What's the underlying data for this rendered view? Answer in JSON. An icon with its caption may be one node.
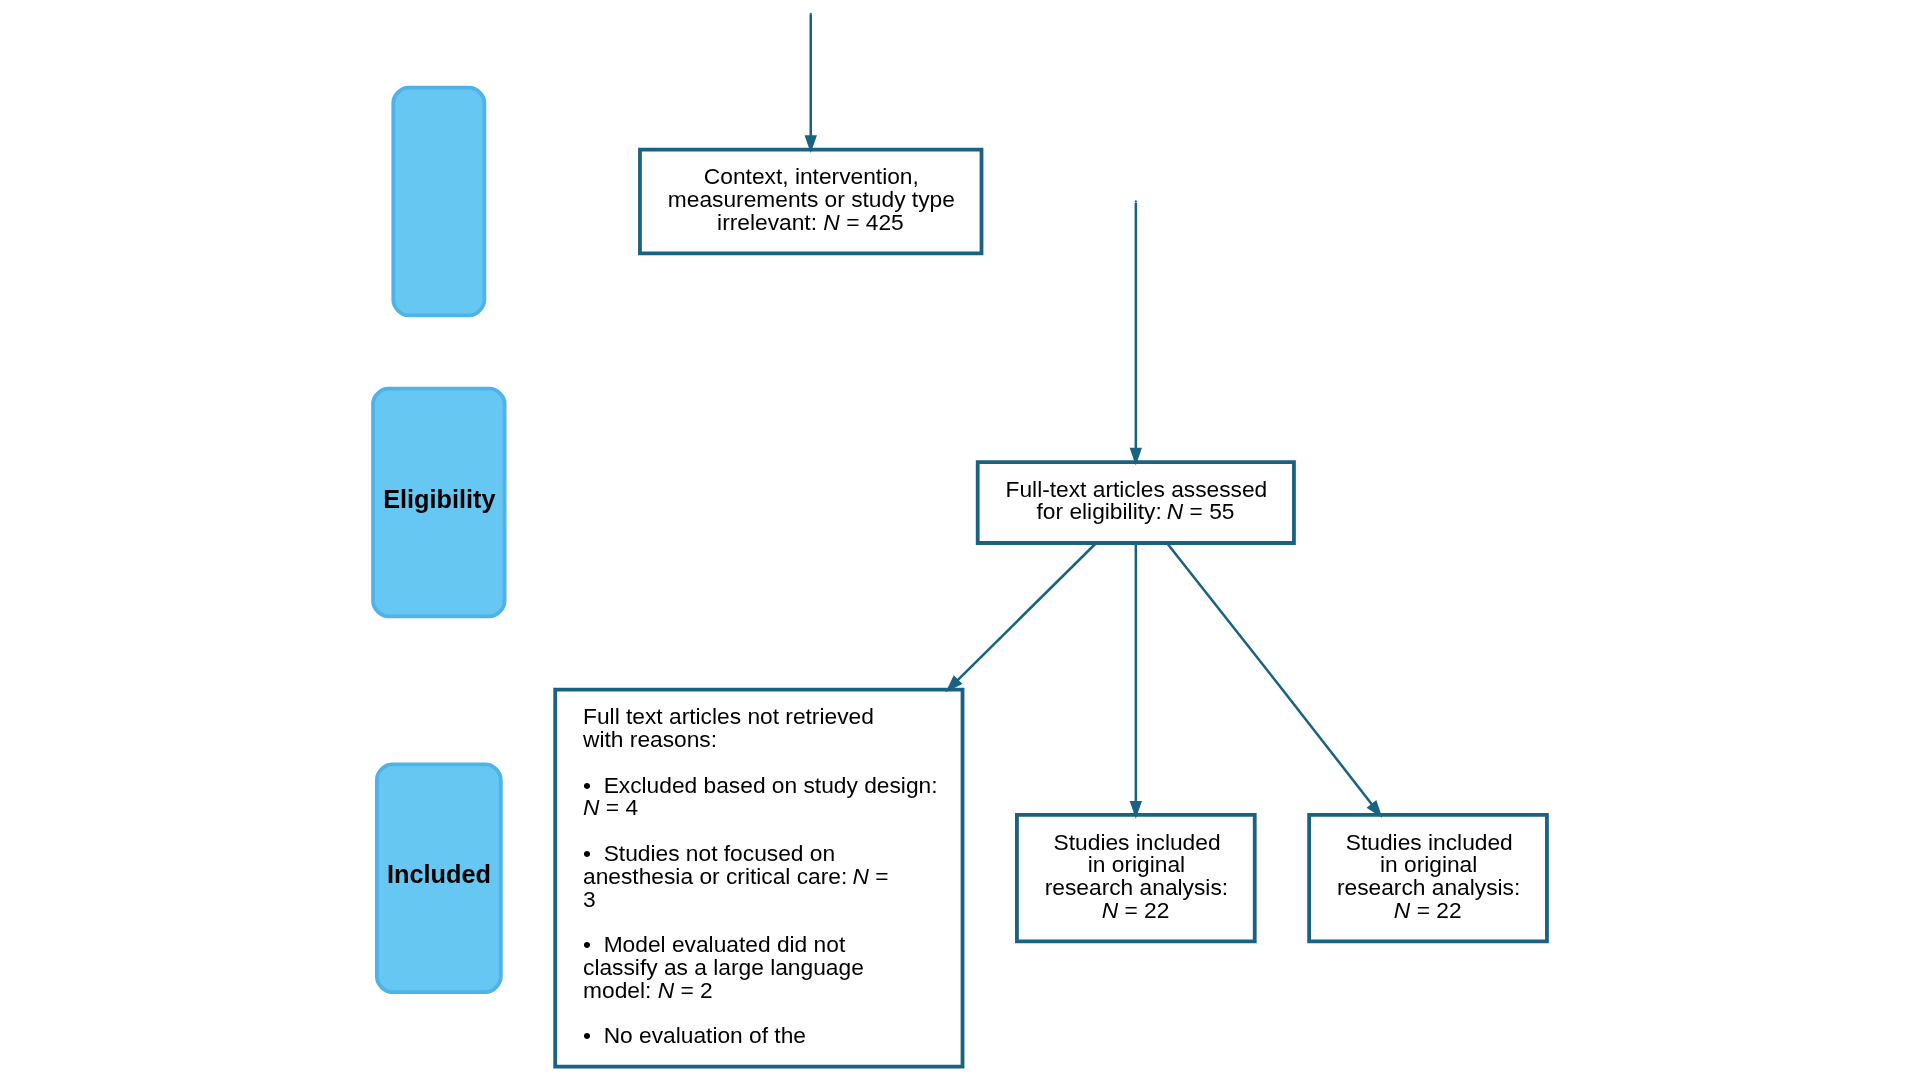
{
  "diagram": {
    "nodes": [
      {
        "text": [],
        "shape": "box"
      },
      {
        "text": [
          "Eligibility"
        ]
      },
      {
        "text": [
          "Included"
        ]
      },
      {
        "text": [
          "Context, intervention, measurements or study type irrelevant: *N* = 425"
        ]
      },
      {
        "text": [
          "Full-text articles assessed for eligibility: *N* = 55"
        ]
      },
      {
        "text": [
          "Full text articles not retrieved with reasons:",
          "•  Excluded based on study design: *N* = 4",
          "•  Studies not focused on anesthesia or critical care: *N* = 3",
          "•  Model evaluated did not classify as a large language model: *N* = 2",
          "•  No evaluation of the"
        ]
      },
      {
        "text": [
          "Studies included in original research analysis: *N* = 22"
        ]
      },
      {
        "text": [
          "Studies included in original research analysis: *N* = 22"
        ]
      }
    ],
    "edges": [
      {
        "from": null,
        "to": 4,
        "arrow": "to"
      },
      {
        "from": null,
        "to": 3,
        "arrow": "to"
      },
      {
        "from": 4,
        "to": 5,
        "arrow": "to"
      },
      {
        "from": 4,
        "to": 6,
        "arrow": "to"
      },
      {
        "from": 4,
        "to": 7,
        "arrow": "to"
      }
    ]
  }
}
